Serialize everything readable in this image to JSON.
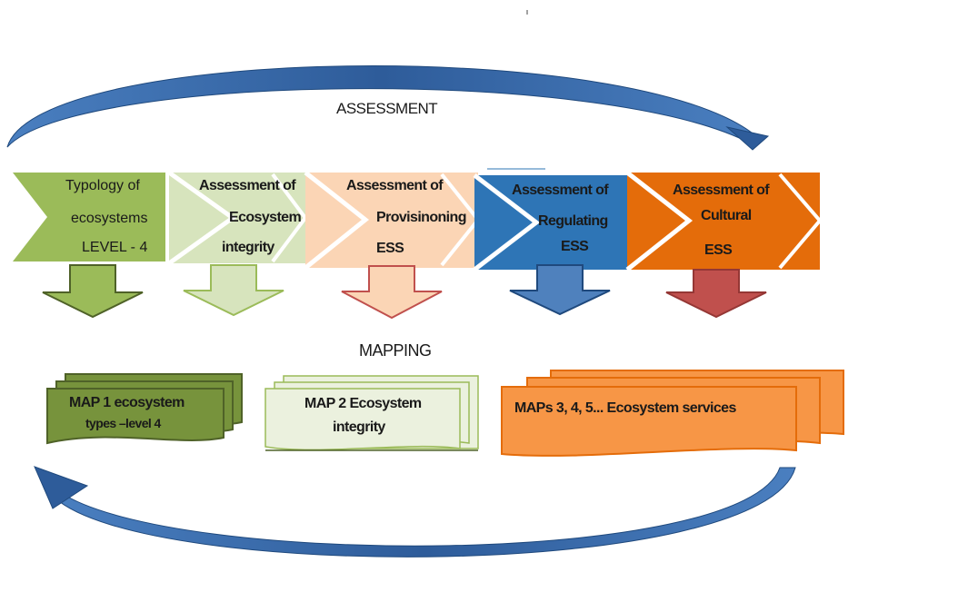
{
  "headings": {
    "assessment": "ASSESSMENT",
    "mapping": "MAPPING"
  },
  "steps": [
    {
      "lines": [
        "Typology of",
        "ecosystems",
        "LEVEL - 4"
      ],
      "fill": "#9bbb59",
      "arrow": "#9bbb59"
    },
    {
      "lines": [
        "Assessment of",
        "Ecosystem",
        "integrity"
      ],
      "fill": "#d7e4bd",
      "arrow": "#d7e4bd"
    },
    {
      "lines": [
        "Assessment of",
        "Provisinoning",
        "ESS"
      ],
      "fill": "#fbd5b5",
      "arrow": "#fbd5b5"
    },
    {
      "lines": [
        "Assessment of",
        "Regulating",
        "ESS"
      ],
      "fill": "#2e75b6",
      "arrow": "#4f81bd"
    },
    {
      "lines": [
        "Assessment of",
        "Cultural",
        "ESS"
      ],
      "fill": "#e46c0a",
      "arrow": "#c0504d"
    }
  ],
  "maps": [
    {
      "lines": [
        "MAP 1 ecosystem",
        "types  –level 4"
      ],
      "fill": "#77933c"
    },
    {
      "lines": [
        "MAP 2 Ecosystem",
        "integrity"
      ],
      "fill": "#ebf1de"
    },
    {
      "lines": [
        "MAPs 3,  4,  5...   Ecosystem services"
      ],
      "fill": "#f79646"
    }
  ],
  "colors": {
    "cycle_arrow": "#2e5c9a",
    "dark_green": "#4f6228",
    "light_green": "#9bbb59",
    "orange_border": "#e46c0a"
  }
}
